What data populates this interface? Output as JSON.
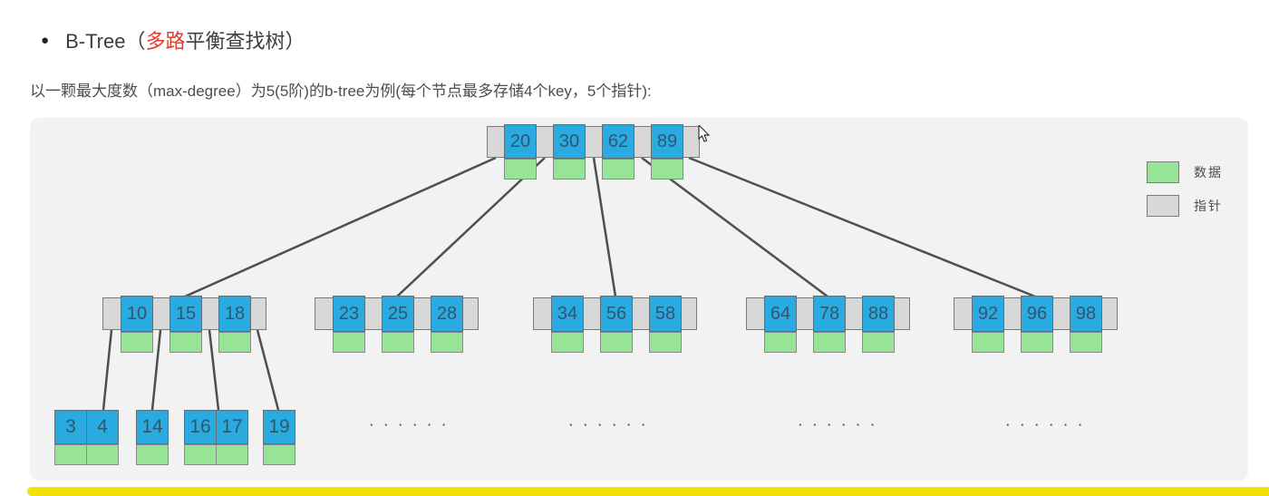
{
  "title": {
    "bullet": "●",
    "pre": "B-Tree（",
    "highlight": "多路",
    "post": "平衡查找树）"
  },
  "subtitle": "以一颗最大度数（max-degree）为5(5阶)的b-tree为例(每个节点最多存储4个key，5个指针):",
  "legend": {
    "data_label": "数据",
    "pointer_label": "指针"
  },
  "tree": {
    "root": {
      "keys": [
        "20",
        "30",
        "62",
        "89"
      ]
    },
    "level2": [
      {
        "keys": [
          "10",
          "15",
          "18"
        ]
      },
      {
        "keys": [
          "23",
          "25",
          "28"
        ]
      },
      {
        "keys": [
          "34",
          "56",
          "58"
        ]
      },
      {
        "keys": [
          "64",
          "78",
          "88"
        ]
      },
      {
        "keys": [
          "92",
          "96",
          "98"
        ]
      }
    ],
    "leaves": [
      {
        "keys": [
          "3",
          "4"
        ]
      },
      {
        "keys": [
          "14"
        ]
      },
      {
        "keys": [
          "16",
          "17"
        ]
      },
      {
        "keys": [
          "19"
        ]
      }
    ],
    "ellipsis": "· · · · · ·"
  },
  "colors": {
    "key_blue": "#29abe2",
    "data_green": "#97e497",
    "pointer_gray": "#d8d8d8",
    "panel_bg": "#f2f2f2",
    "line": "#4f4f4f",
    "title_red": "#e8392d",
    "yellow_bar": "#f0e10a"
  }
}
